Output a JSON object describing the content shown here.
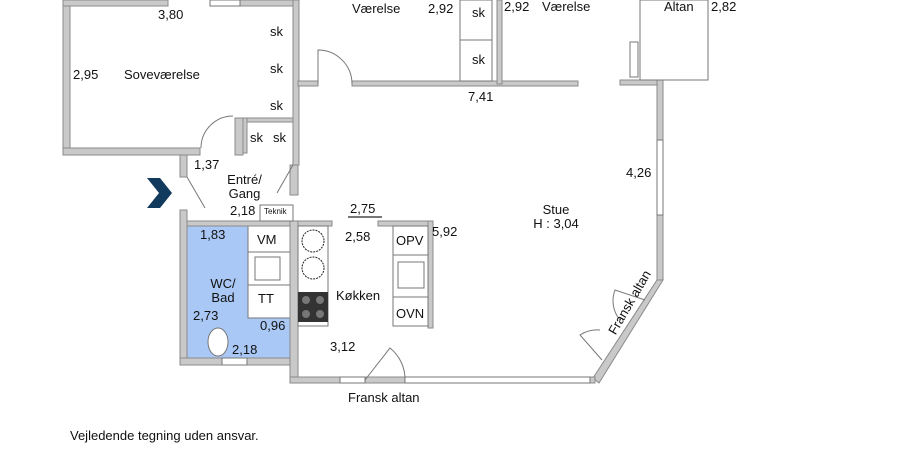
{
  "rooms": {
    "bedroom": {
      "name": "Soveværelse",
      "width": "3,80",
      "depth": "2,95"
    },
    "room1": {
      "name": "Værelse",
      "dim": "2,92"
    },
    "room2": {
      "name": "Værelse",
      "dim": "2,92"
    },
    "balcony": {
      "name": "Altan",
      "dim": "2,82"
    },
    "entry": {
      "name_1": "Entré/",
      "name_2": "Gang",
      "dim_a": "1,37",
      "dim_b": "2,18",
      "technical": "Teknik"
    },
    "bath": {
      "name_1": "WC/",
      "name_2": "Bad",
      "dim_a": "1,83",
      "dim_b": "2,73",
      "dim_c": "0,96",
      "dim_d": "2,18",
      "washer": "VM",
      "dryer": "TT"
    },
    "kitchen": {
      "name": "Køkken",
      "dim_a": "2,75",
      "dim_b": "2,58",
      "dim_c": "3,12",
      "dishwasher": "OPV",
      "oven": "OVN"
    },
    "living": {
      "name": "Stue",
      "height": "H : 3,04",
      "dim_a": "7,41",
      "dim_b": "4,26",
      "dim_c": "5,92"
    }
  },
  "closets": [
    "sk",
    "sk",
    "sk",
    "sk",
    "sk",
    "sk",
    "sk"
  ],
  "french_balcony_bottom": "Fransk altan",
  "french_balcony_side": "Fransk altan",
  "disclaimer": "Vejledende tegning uden ansvar.",
  "colors": {
    "bath_fill": "#a9c8f5",
    "entry_arrow": "#123a5c",
    "wall": "#c9c9c9"
  }
}
